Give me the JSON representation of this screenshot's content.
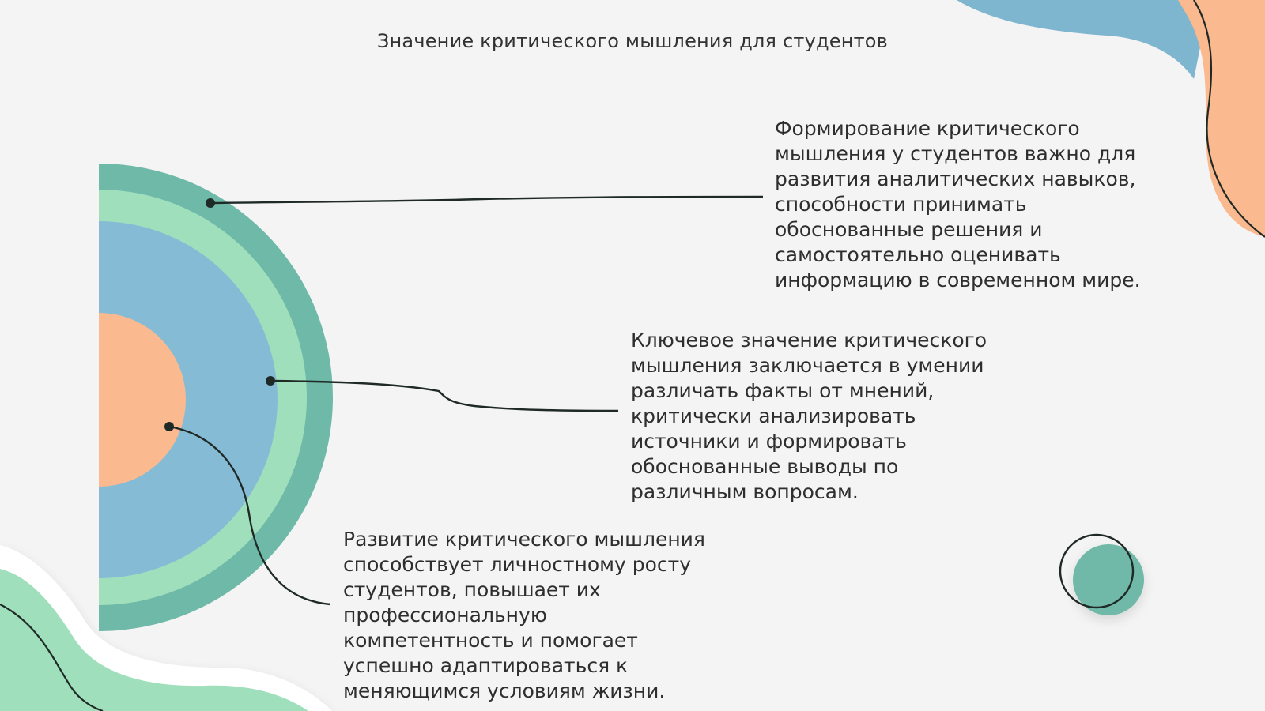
{
  "slide": {
    "title": "Значение критического мышления для студентов",
    "colors": {
      "background": "#f4f4f5",
      "teal": "#6fb9a8",
      "mint": "#9fdfbc",
      "blue": "#86bbd6",
      "peach": "#fbb98f",
      "line": "#1f2a26"
    }
  },
  "callouts": [
    {
      "text": "Формирование критического\nмышления у студентов важно для\nразвития аналитических навыков,\nспособности принимать\nобоснованные решения и\nсамостоятельно оценивать\nинформацию в современном мире."
    },
    {
      "text": "Ключевое значение критического\nмышления заключается в умении\nразличать факты от мнений,\nкритически анализировать\nисточники и формировать\nобоснованные выводы по\nразличным вопросам."
    },
    {
      "text": "Развитие критического мышления\nспособствует личностному росту\nстудентов, повышает их\nпрофессиональную\nкомпетентность и помогает\nуспешно адаптироваться к\nменяющимся условиям жизни."
    }
  ]
}
